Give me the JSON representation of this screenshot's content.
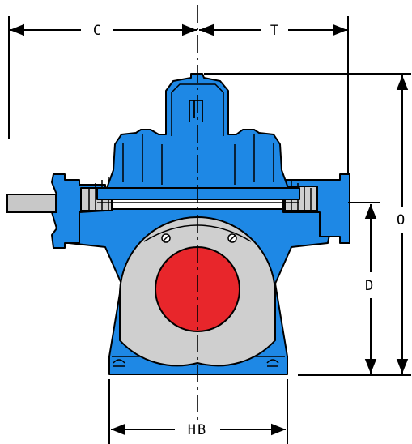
{
  "dimensions": {
    "c": "C",
    "t": "T",
    "o": "O",
    "d": "D",
    "hb": "HB"
  },
  "colors": {
    "pump_body": "#1e88e5",
    "pump_outline": "#000000",
    "volute_face": "#cfcfcf",
    "discharge_flange": "#e8262b",
    "shaft": "#c8c8c8",
    "line": "#000000",
    "background": "#ffffff"
  }
}
